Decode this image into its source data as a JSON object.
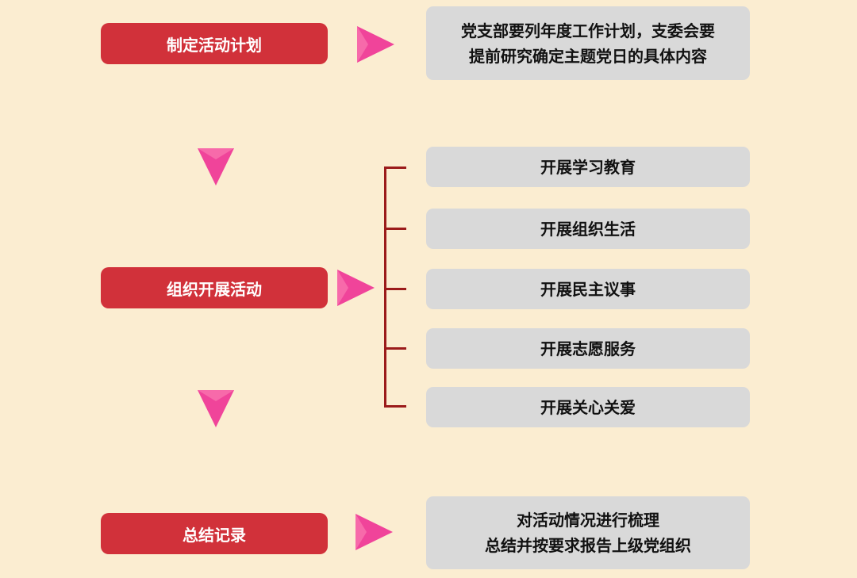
{
  "steps": [
    {
      "label": "制定活动计划",
      "detail": [
        "党支部要列年度工作计划，支委会要",
        "提前研究确定主题党日的具体内容"
      ]
    },
    {
      "label": "组织开展活动",
      "items": [
        "开展学习教育",
        "开展组织生活",
        "开展民主议事",
        "开展志愿服务",
        "开展关心关爱"
      ]
    },
    {
      "label": "总结记录",
      "detail": [
        "对活动情况进行梳理",
        "总结并按要求报告上级党组织"
      ]
    }
  ],
  "colors": {
    "background": "#fbedd1",
    "step": "#d1313a",
    "arrow": "#f0449a",
    "box": "#d9d9d9",
    "bracket": "#9b1b1b"
  }
}
